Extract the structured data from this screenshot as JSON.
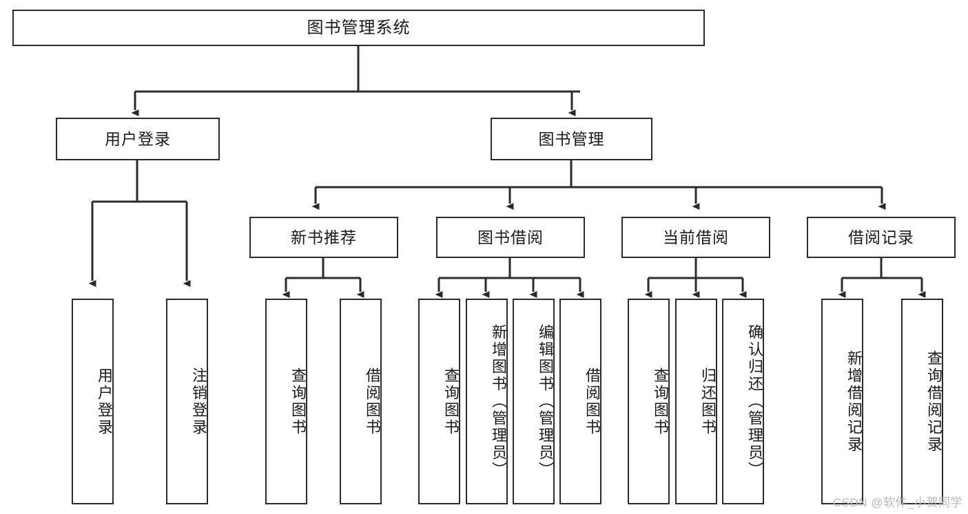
{
  "diagram": {
    "type": "tree",
    "title": "图书管理系统",
    "root": {
      "id": "root",
      "label": "图书管理系统"
    },
    "level2": [
      {
        "id": "user-login",
        "label": "用户登录"
      },
      {
        "id": "book-manage",
        "label": "图书管理"
      }
    ],
    "level3": [
      {
        "id": "new-book-rec",
        "label": "新书推荐",
        "parent": "book-manage"
      },
      {
        "id": "book-borrow",
        "label": "图书借阅",
        "parent": "book-manage"
      },
      {
        "id": "current-borrow",
        "label": "当前借阅",
        "parent": "book-manage"
      },
      {
        "id": "borrow-record",
        "label": "借阅记录",
        "parent": "book-manage"
      }
    ],
    "leaves": {
      "user-login": [
        {
          "id": "leaf-user-login",
          "label": "用户登录"
        },
        {
          "id": "leaf-user-logout",
          "label": "注销登录"
        }
      ],
      "new-book-rec": [
        {
          "id": "leaf-query-book-1",
          "label": "查询图书"
        },
        {
          "id": "leaf-borrow-book-1",
          "label": "借阅图书"
        }
      ],
      "book-borrow": [
        {
          "id": "leaf-query-book-2",
          "label": "查询图书"
        },
        {
          "id": "leaf-add-book",
          "label": "新增图书（管理员）"
        },
        {
          "id": "leaf-edit-book",
          "label": "编辑图书（管理员）"
        },
        {
          "id": "leaf-borrow-book-2",
          "label": "借阅图书"
        }
      ],
      "current-borrow": [
        {
          "id": "leaf-query-book-3",
          "label": "查询图书"
        },
        {
          "id": "leaf-return-book",
          "label": "归还图书"
        },
        {
          "id": "leaf-confirm-return",
          "label": "确认归还（管理员）"
        }
      ],
      "borrow-record": [
        {
          "id": "leaf-add-record",
          "label": "新增借阅记录"
        },
        {
          "id": "leaf-query-record",
          "label": "查询借阅记录"
        }
      ]
    },
    "watermark": "CSDN @软件_小贺同学",
    "colors": {
      "stroke": "#2b2b2b",
      "fill": "#ffffff",
      "text": "#1a1a1a",
      "watermark": "#b9b9b9"
    }
  }
}
